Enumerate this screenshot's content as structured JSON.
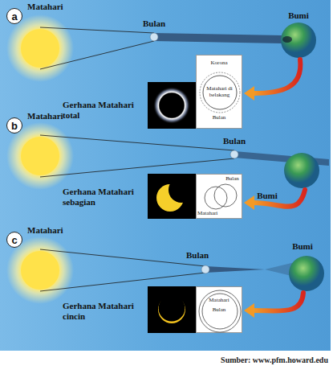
{
  "diagram": {
    "caption": "Sumber: www.pfm.howard.edu",
    "nodes": [
      {
        "text": [
          "a"
        ]
      },
      {
        "text": [
          "Korona",
          "Matahari di belakang",
          "Bulan"
        ]
      },
      {
        "text": [
          "b"
        ]
      },
      {
        "text": [
          "Bulan",
          "Matahari"
        ]
      },
      {
        "text": [
          "c"
        ]
      },
      {
        "text": [
          "Matahari",
          "Bulan"
        ]
      }
    ],
    "labels": [
      "Matahari",
      "Bulan",
      "Bumi",
      "Gerhana Matahari total",
      "Matahari",
      "Bulan",
      "Gerhana Matahari sebagian",
      "Bumi",
      "Matahari",
      "Bulan",
      "Bumi",
      "Gerhana Matahari cincin"
    ]
  }
}
